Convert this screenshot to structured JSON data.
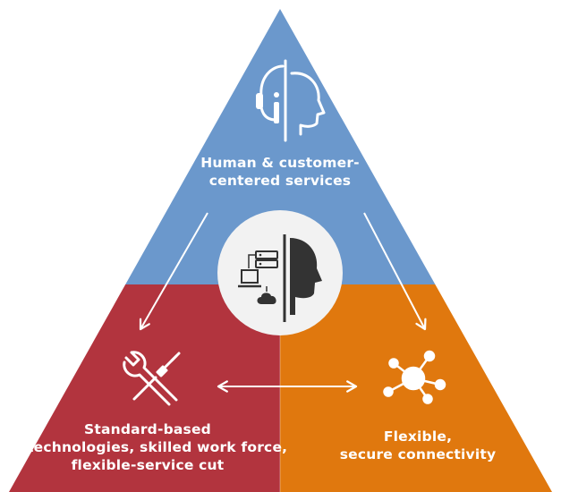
{
  "diagram": {
    "top": {
      "lines": [
        "Human & customer-",
        "centered services"
      ],
      "icon": "headset-person-icon",
      "color": "#6b98cc"
    },
    "left": {
      "lines": [
        "Standard-based",
        "technologies, skilled work force,",
        "flexible-service cut"
      ],
      "icon": "wrench-screwdriver-icon",
      "color": "#b2343e"
    },
    "right": {
      "lines": [
        "Flexible,",
        "secure connectivity"
      ],
      "icon": "network-hub-icon",
      "color": "#e0780e"
    },
    "center": {
      "icon": "computer-server-cloud-head-icon",
      "color": "#f2f2f2"
    }
  }
}
